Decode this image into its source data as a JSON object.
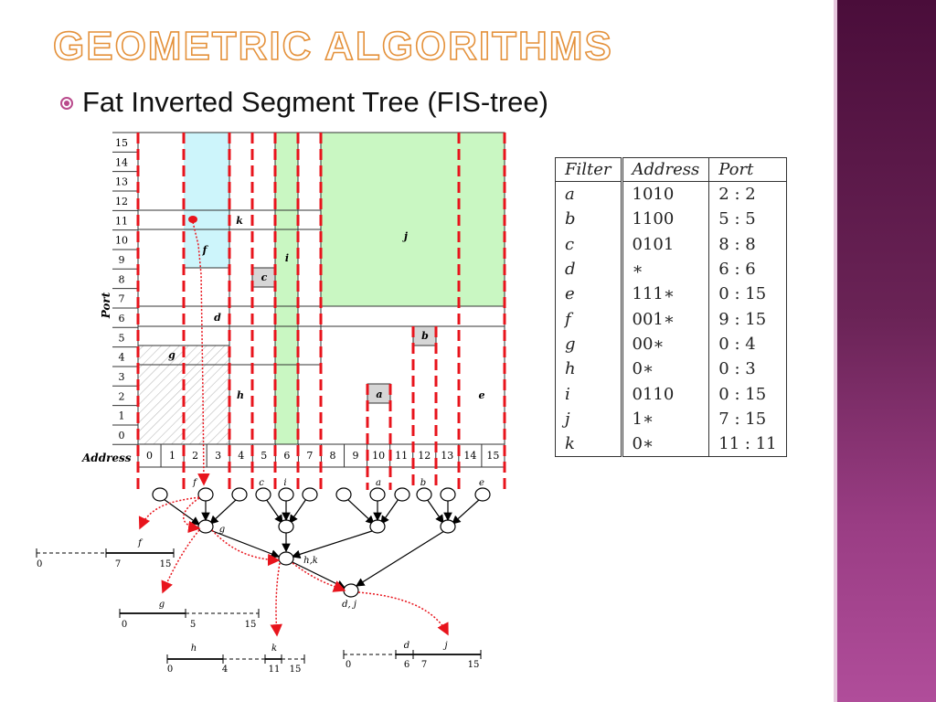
{
  "title": "GEOMETRIC ALGORITHMS",
  "bullet": "Fat Inverted Segment Tree (FIS-tree)",
  "diagram": {
    "axis_label_port": "Port",
    "axis_label_address": "Address",
    "port_ticks": [
      "15",
      "14",
      "13",
      "12",
      "11",
      "10",
      "9",
      "8",
      "7",
      "6",
      "5",
      "4",
      "3",
      "2",
      "1",
      "0"
    ],
    "address_ticks": [
      "0",
      "1",
      "2",
      "3",
      "4",
      "5",
      "6",
      "7",
      "8",
      "9",
      "10",
      "11",
      "12",
      "13",
      "14",
      "15"
    ],
    "region_labels": {
      "f": "f",
      "g": "g",
      "h": "h",
      "i": "i",
      "j": "j",
      "k": "k",
      "d": "d",
      "e": "e",
      "a": "a",
      "b": "b",
      "c": "c"
    },
    "leaf_labels": {
      "f": "f",
      "c": "c",
      "i": "i",
      "a": "a",
      "b": "b",
      "e": "e"
    },
    "node_labels": {
      "g": "g",
      "hk": "h,k",
      "dj": "d, j"
    },
    "intervals": [
      {
        "label": "f",
        "ticks": [
          "0",
          "7",
          "15"
        ]
      },
      {
        "label": "g",
        "ticks": [
          "0",
          "5",
          "15"
        ]
      },
      {
        "label_a": "h",
        "label_b": "k",
        "ticks": [
          "0",
          "4",
          "11",
          "15"
        ]
      },
      {
        "label_a": "d",
        "label_b": "j",
        "ticks": [
          "0",
          "6",
          "7",
          "15"
        ]
      }
    ]
  },
  "table": {
    "headers": [
      "Filter",
      "Address",
      "Port"
    ],
    "rows": [
      [
        "a",
        "1010",
        "2 : 2"
      ],
      [
        "b",
        "1100",
        "5 : 5"
      ],
      [
        "c",
        "0101",
        "8 : 8"
      ],
      [
        "d",
        "∗",
        "6 : 6"
      ],
      [
        "e",
        "111∗",
        "0 : 15"
      ],
      [
        "f",
        "001∗",
        "9 : 15"
      ],
      [
        "g",
        "00∗",
        "0 : 4"
      ],
      [
        "h",
        "0∗",
        "0 : 3"
      ],
      [
        "i",
        "0110",
        "0 : 15"
      ],
      [
        "j",
        "1∗",
        "7 : 15"
      ],
      [
        "k",
        "0∗",
        "11 : 11"
      ]
    ]
  },
  "colors": {
    "accent": "#e4913b",
    "cyan_region": "#cdf5fb",
    "green_region": "#c9f7c2",
    "red_dash": "#e8141c",
    "sidebar": "#6a2356"
  }
}
